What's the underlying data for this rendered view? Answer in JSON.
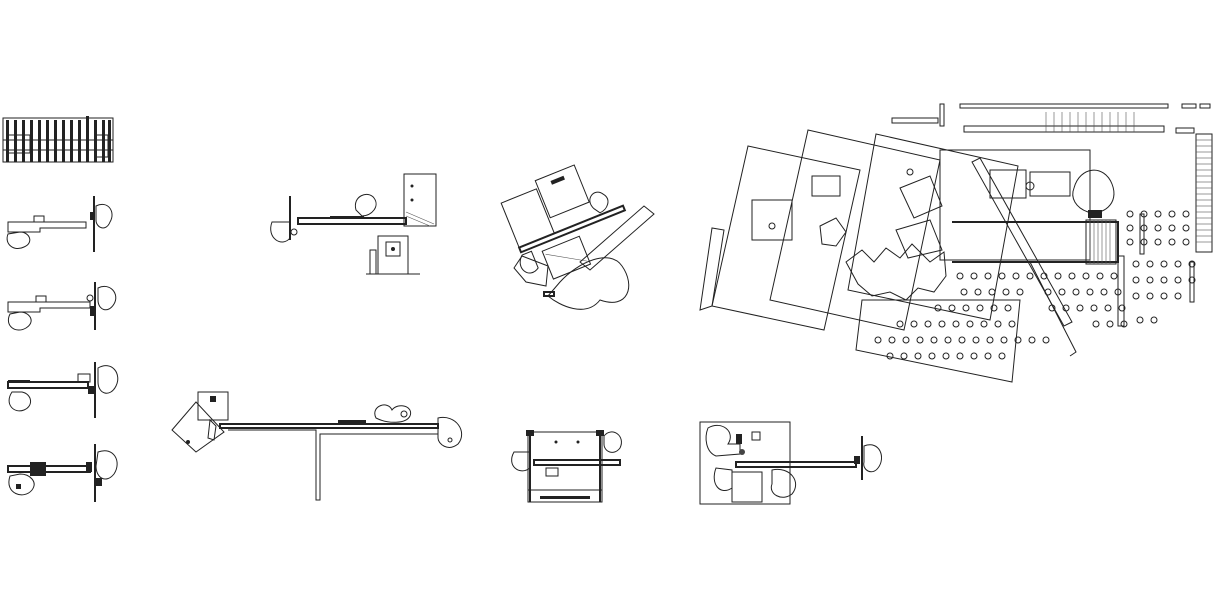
{
  "drawing": {
    "background": "#ffffff",
    "line_color": "#222222",
    "plans": [
      {
        "id": "elevation-strip"
      },
      {
        "id": "plan-row-1"
      },
      {
        "id": "plan-row-2"
      },
      {
        "id": "plan-row-3"
      },
      {
        "id": "plan-row-4"
      },
      {
        "id": "plan-center-top"
      },
      {
        "id": "plan-center-long"
      },
      {
        "id": "plan-rotated"
      },
      {
        "id": "plan-center-bottom"
      },
      {
        "id": "plan-large-site"
      },
      {
        "id": "plan-bottom-right"
      }
    ]
  }
}
